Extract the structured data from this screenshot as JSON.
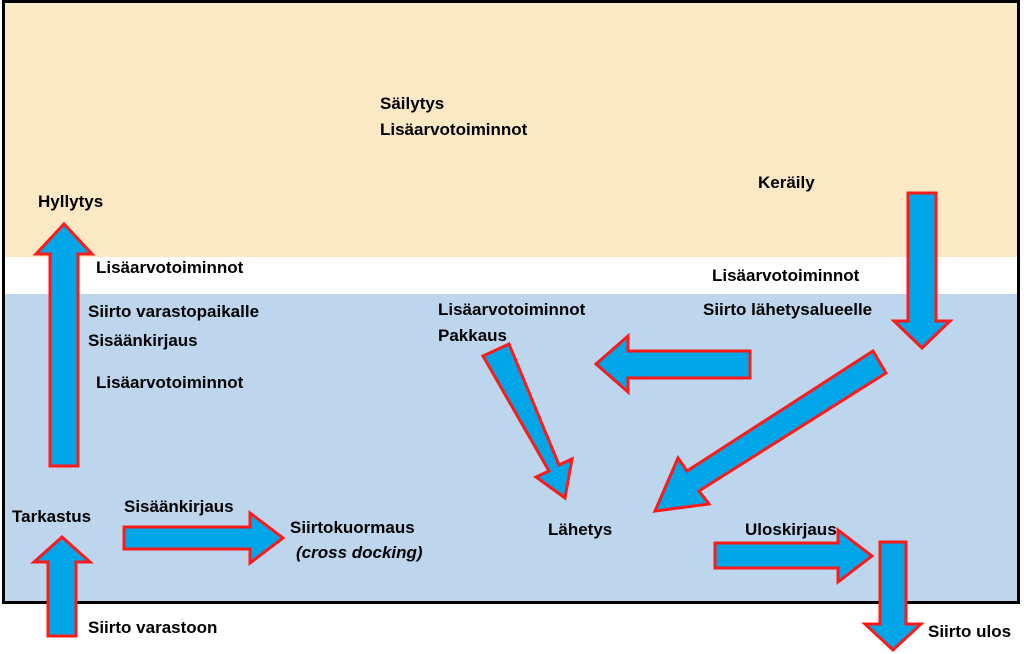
{
  "labels": {
    "sailytys": "Säilytys",
    "lisaarvo_storage": "Lisäarvotoiminnot",
    "hyllytys": "Hyllytys",
    "keraily": "Keräily",
    "lisaarvo_left_band": "Lisäarvotoiminnot",
    "lisaarvo_right_band": "Lisäarvotoiminnot",
    "siirto_varastopaikalle": "Siirto varastopaikalle",
    "sisaankirjaus_left": "Sisäänkirjaus",
    "lisaarvo_left_lower": "Lisäarvotoiminnot",
    "lisaarvo_packing": "Lisäarvotoiminnot",
    "pakkaus": "Pakkaus",
    "siirto_lahetysalueelle": "Siirto lähetysalueelle",
    "tarkastus": "Tarkastus",
    "sisaankirjaus_bottom": "Sisäänkirjaus",
    "siirtokuormaus": "Siirtokuormaus",
    "cross_docking": "(cross docking)",
    "lahetys": "Lähetys",
    "uloskirjaus": "Uloskirjaus",
    "siirto_varastoon": "Siirto varastoon",
    "siirto_ulos": "Siirto ulos"
  },
  "colors": {
    "storage_zone": "#fbe9c6",
    "dock_zone": "#bdd6ee",
    "arrow_fill": "#00a6e8",
    "arrow_outline": "#ff1a1a"
  }
}
